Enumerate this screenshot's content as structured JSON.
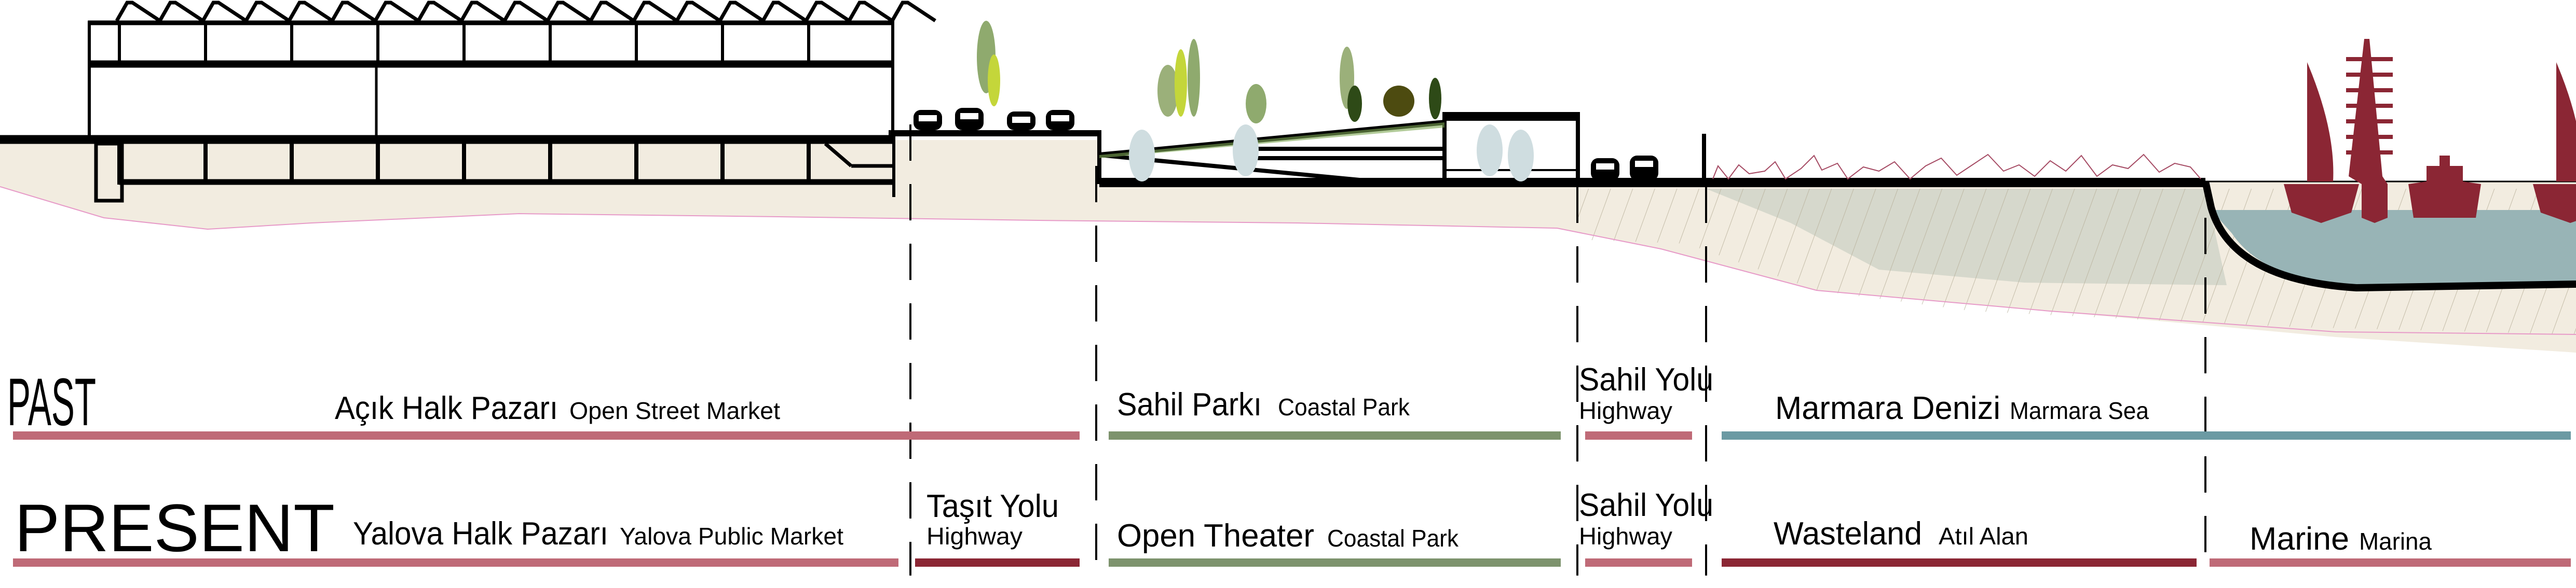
{
  "colors": {
    "market_pink": "#bf6a77",
    "park_green": "#7d936d",
    "sea_blue": "#6b9aa3",
    "dark_red": "#8b2634",
    "soil": "#f2ece0",
    "water": "#98b4b6",
    "waste_fill": "#d6d8cc"
  },
  "past": {
    "heading": "PAST",
    "zones": [
      {
        "tr": "Açık Halk Pazarı",
        "en": "Open Street Market",
        "color": "#bf6a77"
      },
      {
        "tr": "Sahil Parkı",
        "en": "Coastal Park",
        "color": "#7d936d"
      },
      {
        "tr": "Sahil Yolu",
        "en": "Highway",
        "color": "#bf6a77"
      },
      {
        "tr": "Marmara Denizi",
        "en": "Marmara Sea",
        "color": "#6b9aa3"
      }
    ]
  },
  "present": {
    "heading": "PRESENT",
    "zones": [
      {
        "tr": "Yalova Halk Pazarı",
        "en": "Yalova Public Market",
        "color": "#bf6a77"
      },
      {
        "tr": "Taşıt Yolu",
        "en": "Highway",
        "color": "#8b2634"
      },
      {
        "tr": "Open Theater",
        "en": "Coastal Park",
        "color": "#7d936d"
      },
      {
        "tr": "Sahil Yolu",
        "en": "Highway",
        "color": "#bf6a77"
      },
      {
        "tr": "Wasteland",
        "en": "Atıl Alan",
        "color": "#8b2634"
      },
      {
        "tr": "Marine",
        "en": "Marina",
        "color": "#bf6a77"
      }
    ]
  }
}
